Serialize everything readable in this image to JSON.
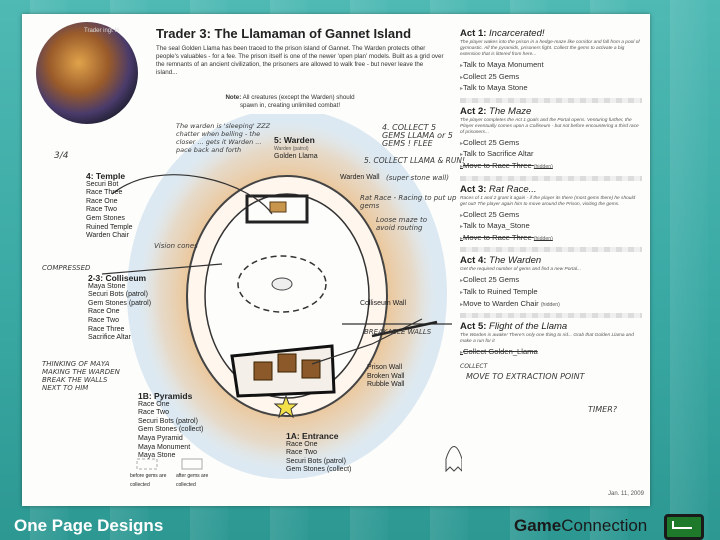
{
  "header": {
    "portrait_tag": "Trader ingt H",
    "title": "Trader 3: The Llamaman of Gannet Island",
    "intro": "The seal Golden Llama has been traced to the prison island of Gannet. The Warden protects other people's valuables - for a fee. The prison itself is one of the newer 'open plan' models. Built as a grid over the remnants of an ancient civilization, the prisoners are allowed to walk free - but never leave the island...",
    "note_bold": "Note:",
    "note_text": "All creatures (except the Warden) should spawn in, creating unlimited combat!"
  },
  "map": {
    "warden": {
      "title": "5: Warden",
      "items": [
        "Warden (patrol)",
        "Golden Llama"
      ]
    },
    "warden_wall": "Warden Wall",
    "temple": {
      "title": "4: Temple",
      "items": [
        "Securi Bot",
        "Race Three",
        "Race One",
        "Race Two",
        "Gem Stones",
        "Ruined Temple",
        "Warden Chair"
      ]
    },
    "colliseum": {
      "title": "2-3: Colliseum",
      "items": [
        "Maya Stone",
        "Securi Bots (patrol)",
        "Gem Stones (patrol)",
        "Race One",
        "Race Two",
        "Race Three",
        "Sacrifice Altar"
      ]
    },
    "colliseum_wall": "Colliseum Wall",
    "prison_wall": [
      "Prison Wall",
      "Broken Wall",
      "Rubble Wall"
    ],
    "pyramids": {
      "title": "1B: Pyramids",
      "items": [
        "Race One",
        "Race Two",
        "Securi Bots (patrol)",
        "Gem Stones (collect)",
        "Maya Pyramid",
        "Maya Monument",
        "Maya Stone"
      ]
    },
    "entrance": {
      "title": "1A: Entrance",
      "items": [
        "Race One",
        "Race Two",
        "Securi Bots (patrol)",
        "Gem Stones (collect)"
      ]
    },
    "legend": [
      "before gems are collected",
      "after gems are collected"
    ]
  },
  "handwriting": {
    "warden_note": "The warden is 'sleeping' ZZZ chatter when belling - the closer ... gets it Warden ... pace back and forth",
    "collect_5": "4. COLLECT 5 GEMS LLAMA or 5 GEMS ! FLEE",
    "collect_llama": "5. COLLECT LLAMA & RUN!",
    "super_stone": "(super stone wall)",
    "rat_race": "Rat Race - Racing to put up gems",
    "loose_map": "Loose maze to avoid routing",
    "vision_sweeps": "Vision cones",
    "compressed": "COMPRESSED",
    "breakable_walls": "BREAKABLE WALLS",
    "think": "THINKING OF MAYA MAKING THE WARDEN BREAK THE WALLS NEXT TO HIM",
    "timer": "TIMER?",
    "move_escape": "MOVE TO EXTRACTION POINT",
    "collect_short": "COLLECT",
    "three_four": "3/4"
  },
  "acts": [
    {
      "num": "Act 1:",
      "name": "Incarcerated!",
      "desc": "The player wakes into the prison in a hedge-maze like corridor and fall from a pool of gymnastic. All the pyramids, prisoners fight. Collect the gems to activate a big extension that is littered from here...",
      "items": [
        {
          "t": "Talk to Maya Monument"
        },
        {
          "t": "Collect 25 Gems"
        },
        {
          "t": "Talk to Maya Stone"
        }
      ]
    },
    {
      "num": "Act 2:",
      "name": "The Maze",
      "desc": "The player completes the Act 1 goals and the Portal opens. Venturing further, the Player eventually comes upon a Colliseum - but not before encountering a third race of prisoners...",
      "items": [
        {
          "t": "Collect 25 Gems"
        },
        {
          "t": "Talk to Sacrifice Altar"
        },
        {
          "t": "Move to Race Three",
          "s": "(hidden)",
          "struck": true
        }
      ]
    },
    {
      "num": "Act 3:",
      "name": "Rat Race...",
      "desc": "Races of 1 and 2 grant it again - if the player its there (most gems there) he should get out! The player again him to move around the Prison, visiting the gems.",
      "items": [
        {
          "t": "Collect 25 Gems"
        },
        {
          "t": "Talk to Maya_Stone"
        },
        {
          "t": "Move to Race Three",
          "s": "(hidden)",
          "struck": true
        }
      ]
    },
    {
      "num": "Act 4:",
      "name": "The Warden",
      "desc": "Get the required number of gems and find a new Portal...",
      "items": [
        {
          "t": "Collect 25 Gems"
        },
        {
          "t": "Talk to Ruined Temple"
        },
        {
          "t": "Move to Warden Chair",
          "s": "(hidden)"
        }
      ]
    },
    {
      "num": "Act 5:",
      "name": "Flight of the Llama",
      "desc": "The Warden is awake! There's only one thing to rid... Grab that Golden Llama and make a run for it",
      "items": [
        {
          "t": "Collect Golden_Llama",
          "struck": true
        }
      ]
    }
  ],
  "date": "Jan. 11, 2009",
  "footer": {
    "left": "One Page Designs",
    "right_bold": "Game",
    "right_rest": "Connection"
  },
  "colors": {
    "background": "#3aa9a4",
    "sheet": "#fdfdfb",
    "orange_glow": "#f0a040",
    "blue_ring": "#9ec0dd"
  }
}
